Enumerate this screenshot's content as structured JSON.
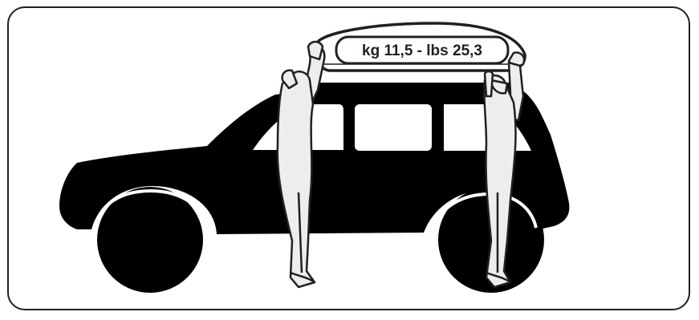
{
  "illustration": {
    "weight_label": "kg 11,5 - lbs 25,3",
    "colors": {
      "outline": "#231f20",
      "vehicle": "#000000",
      "person_fill": "#ededee",
      "background": "#ffffff"
    },
    "elements": {
      "vehicle": "suv-silhouette",
      "cargo": "roof-box",
      "people": 2
    }
  }
}
